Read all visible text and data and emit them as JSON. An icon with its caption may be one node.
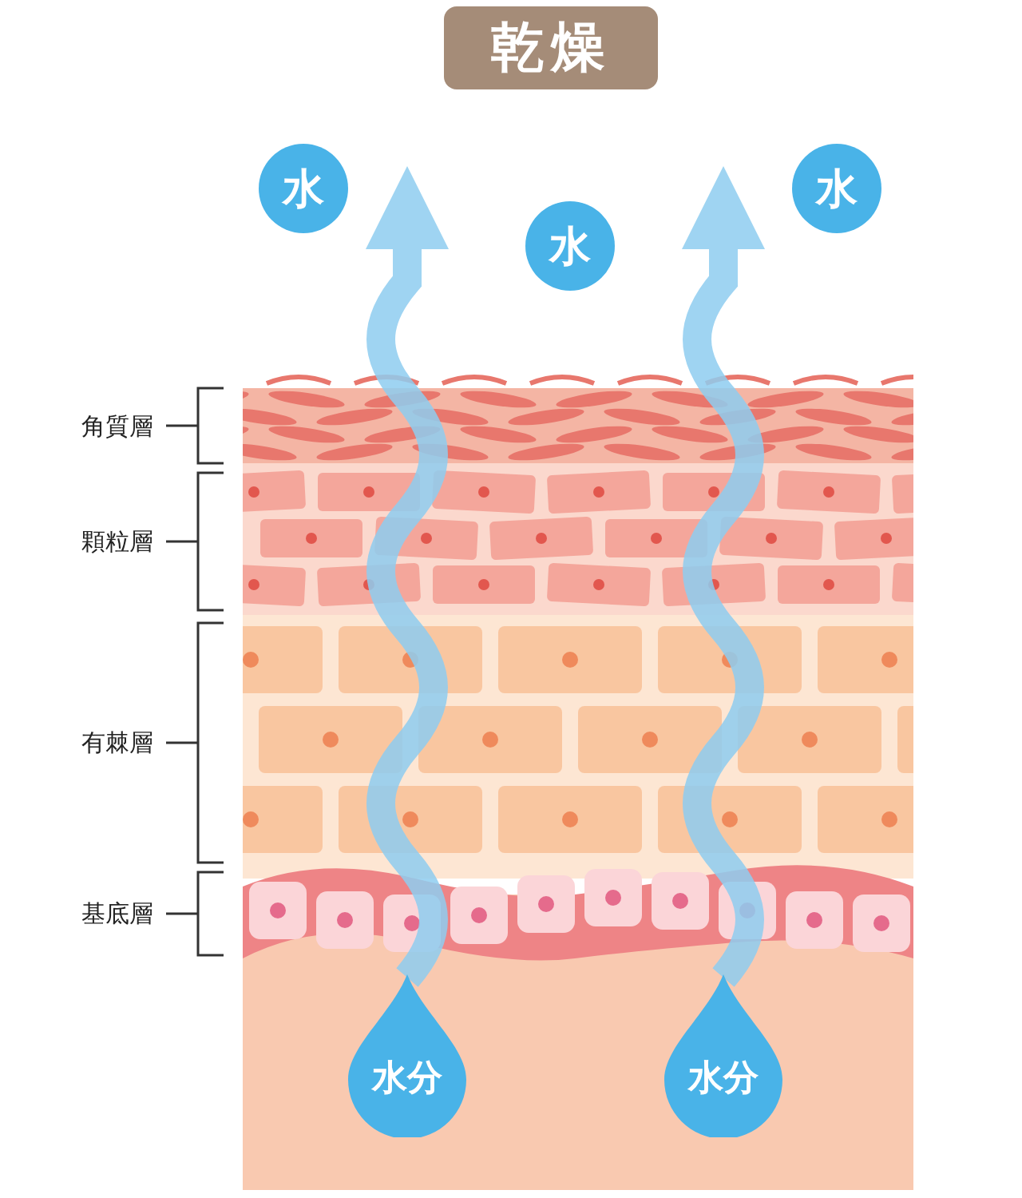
{
  "diagram": {
    "nodes": [
      {
        "text": [
          "乾燥"
        ]
      },
      {
        "text": [
          "水"
        ]
      },
      {
        "text": [
          "水"
        ]
      },
      {
        "text": [
          "水"
        ]
      },
      {
        "text": [
          "水分"
        ]
      },
      {
        "text": [
          "水分"
        ]
      }
    ],
    "edges": [
      {
        "from": 4,
        "to": 1,
        "arrow": "to"
      },
      {
        "from": 5,
        "to": 3,
        "arrow": "to"
      }
    ],
    "labels": [
      "角質層",
      "顆粒層",
      "有棘層",
      "基底層"
    ]
  }
}
